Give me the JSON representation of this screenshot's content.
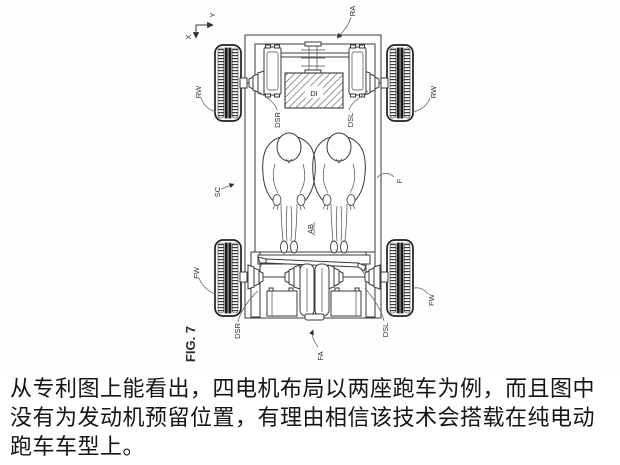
{
  "figure": {
    "fig_label": "FIG. 7",
    "axis_labels": {
      "x": "X",
      "y": "Y"
    },
    "part_labels": {
      "rear_axle": "RA",
      "rear_wheel": "RW",
      "drive_shaft_right": "DSR",
      "drive_shaft_left": "DSL",
      "inverter_box": "DI",
      "chassis": "SC",
      "frame": "F",
      "cabin": "AB",
      "front_wheel": "FW",
      "front_axle": "FA"
    }
  },
  "caption": {
    "text": "从专利图上能看出，四电机布局以两座跑车为例，而且图中没有为发动机预留位置，有理由相信该技术会搭载在纯电动跑车车型上。"
  },
  "colors": {
    "line": "#3a3a3a",
    "tire": "#1c1c1c",
    "text": "#151515",
    "background": "#ffffff"
  }
}
